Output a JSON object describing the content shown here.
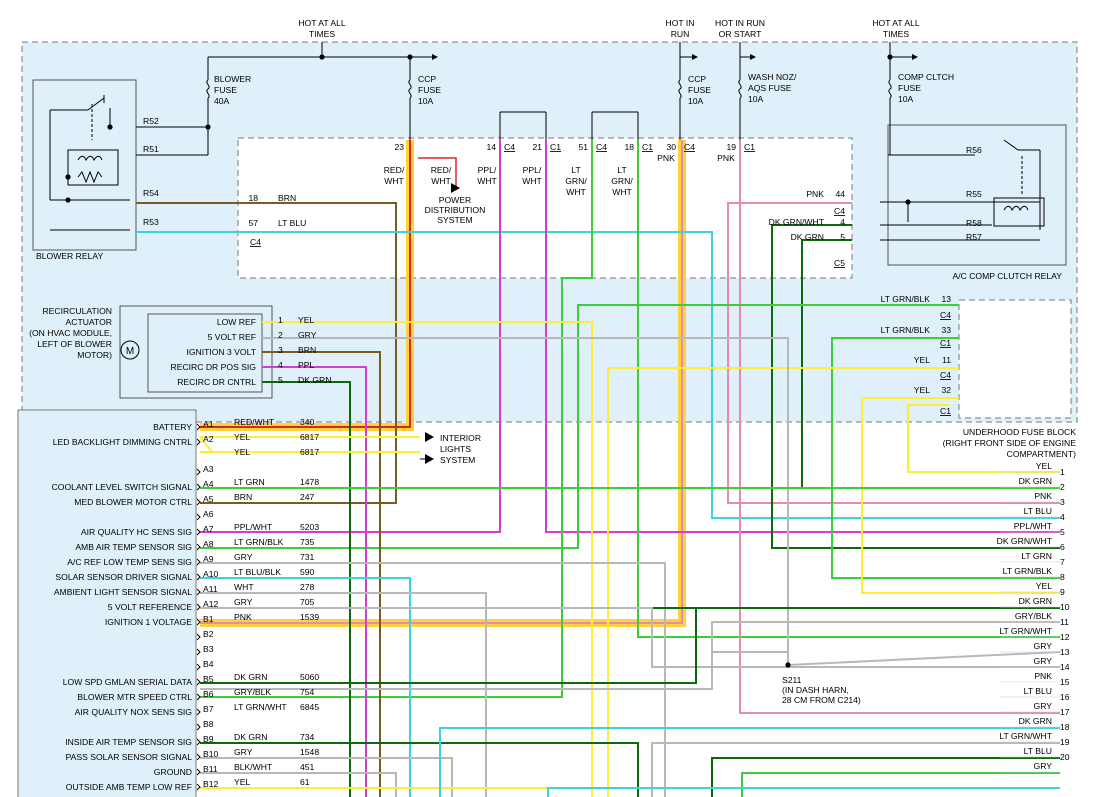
{
  "top_labels": [
    {
      "id": "hot-all-left",
      "lines": [
        "HOT AT ALL",
        "TIMES"
      ]
    },
    {
      "id": "hot-run",
      "lines": [
        "HOT IN",
        "RUN"
      ]
    },
    {
      "id": "hot-run-start",
      "lines": [
        "HOT IN RUN",
        "OR START"
      ]
    },
    {
      "id": "hot-all-right",
      "lines": [
        "HOT AT ALL",
        "TIMES"
      ]
    }
  ],
  "fuses": [
    {
      "id": "blower",
      "lines": [
        "BLOWER",
        "FUSE",
        "40A"
      ]
    },
    {
      "id": "ccp1",
      "lines": [
        "CCP",
        "FUSE",
        "10A"
      ]
    },
    {
      "id": "ccp2",
      "lines": [
        "CCP",
        "FUSE",
        "10A"
      ]
    },
    {
      "id": "washnoz",
      "lines": [
        "WASH NOZ/",
        "AQS FUSE",
        "10A"
      ]
    },
    {
      "id": "compcltch",
      "lines": [
        "COMP CLTCH",
        "FUSE",
        "10A"
      ]
    }
  ],
  "blower_relay": {
    "title": "BLOWER RELAY",
    "pins": [
      "R52",
      "R51",
      "R54",
      "R53"
    ]
  },
  "ac_relay": {
    "title": "A/C COMP CLUTCH RELAY",
    "pins": [
      "R56",
      "R55",
      "R58",
      "R57"
    ]
  },
  "fuse_block_top_pins": [
    {
      "id": "p23",
      "num": "23",
      "conn": ""
    },
    {
      "id": "p14",
      "num": "14",
      "conn": "C4"
    },
    {
      "id": "p21",
      "num": "21",
      "conn": "C1"
    },
    {
      "id": "p51",
      "num": "51",
      "conn": "C4"
    },
    {
      "id": "p18",
      "num": "18",
      "conn": "C1"
    },
    {
      "id": "p30",
      "num": "30",
      "conn": "C4"
    },
    {
      "id": "p19",
      "num": "19",
      "conn": "C1"
    }
  ],
  "fuse_block_top_wires": [
    {
      "id": "w-redwht-1",
      "lines": [
        "RED/",
        "WHT"
      ]
    },
    {
      "id": "w-redwht-2",
      "lines": [
        "RED/",
        "WHT"
      ]
    },
    {
      "id": "w-pplwht-1",
      "lines": [
        "PPL/",
        "WHT"
      ]
    },
    {
      "id": "w-pplwht-2",
      "lines": [
        "PPL/",
        "WHT"
      ]
    },
    {
      "id": "w-ltgrnwht-1",
      "lines": [
        "LT",
        "GRN/",
        "WHT"
      ]
    },
    {
      "id": "w-ltgrnwht-2",
      "lines": [
        "LT",
        "GRN/",
        "WHT"
      ]
    },
    {
      "id": "w-pnk-1",
      "lines": [
        "PNK"
      ]
    },
    {
      "id": "w-pnk-2",
      "lines": [
        "PNK"
      ]
    }
  ],
  "power_dist": [
    "POWER",
    "DISTRIBUTION",
    "SYSTEM"
  ],
  "blower_wires": [
    {
      "num": "18",
      "color": "BRN",
      "conn": ""
    },
    {
      "num": "57",
      "color": "LT BLU",
      "conn": "C4"
    }
  ],
  "relay_side_wires": [
    {
      "color": "PNK",
      "num": "44",
      "conn": "C4"
    },
    {
      "color": "DK GRN/WHT",
      "num": "4",
      "conn": ""
    },
    {
      "color": "DK GRN",
      "num": "5",
      "conn": "C5"
    }
  ],
  "ufb_side_wires": [
    {
      "color": "LT GRN/BLK",
      "num": "13",
      "conn": "C4"
    },
    {
      "color": "LT GRN/BLK",
      "num": "33",
      "conn": "C1"
    },
    {
      "color": "YEL",
      "num": "11",
      "conn": "C4"
    },
    {
      "color": "YEL",
      "num": "32",
      "conn": ""
    },
    {
      "color": "YEL",
      "num": "",
      "conn": "C1"
    }
  ],
  "ufb_title": [
    "UNDERHOOD FUSE BLOCK",
    "(RIGHT FRONT SIDE OF ENGINE",
    "COMPARTMENT)"
  ],
  "recirc": {
    "title": [
      "RECIRCULATION",
      "ACTUATOR",
      "(ON HVAC MODULE,",
      "LEFT OF BLOWER",
      "MOTOR)"
    ],
    "motor_symbol": "M",
    "pins": [
      {
        "label": "LOW REF",
        "num": "1",
        "color": "YEL"
      },
      {
        "label": "5 VOLT REF",
        "num": "2",
        "color": "GRY"
      },
      {
        "label": "IGNITION 3 VOLT",
        "num": "3",
        "color": "BRN"
      },
      {
        "label": "RECIRC DR POS SIG",
        "num": "4",
        "color": "PPL"
      },
      {
        "label": "RECIRC DR CNTRL",
        "num": "5",
        "color": "DK GRN"
      }
    ]
  },
  "interior_lights": [
    "INTERIOR",
    "LIGHTS",
    "SYSTEM"
  ],
  "module_rows": [
    {
      "label": "BATTERY",
      "pin": "A1",
      "color": "RED/WHT",
      "circuit": "340"
    },
    {
      "label": "LED BACKLIGHT DIMMING CNTRL",
      "pin": "A2",
      "color": "YEL",
      "circuit": "6817"
    },
    {
      "label": "",
      "pin": "",
      "color": "YEL",
      "circuit": "6817"
    },
    {
      "label": "",
      "pin": "A3",
      "color": "",
      "circuit": ""
    },
    {
      "label": "COOLANT LEVEL SWITCH SIGNAL",
      "pin": "A4",
      "color": "LT GRN",
      "circuit": "1478"
    },
    {
      "label": "MED BLOWER MOTOR CTRL",
      "pin": "A5",
      "color": "BRN",
      "circuit": "247"
    },
    {
      "label": "",
      "pin": "A6",
      "color": "",
      "circuit": ""
    },
    {
      "label": "AIR QUALITY HC SENS SIG",
      "pin": "A7",
      "color": "PPL/WHT",
      "circuit": "5203"
    },
    {
      "label": "AMB AIR TEMP SENSOR SIG",
      "pin": "A8",
      "color": "LT GRN/BLK",
      "circuit": "735"
    },
    {
      "label": "A/C REF LOW TEMP SENS SIG",
      "pin": "A9",
      "color": "GRY",
      "circuit": "731"
    },
    {
      "label": "SOLAR SENSOR DRIVER SIGNAL",
      "pin": "A10",
      "color": "LT BLU/BLK",
      "circuit": "590"
    },
    {
      "label": "AMBIENT LIGHT SENSOR SIGNAL",
      "pin": "A11",
      "color": "WHT",
      "circuit": "278"
    },
    {
      "label": "5 VOLT REFERENCE",
      "pin": "A12",
      "color": "GRY",
      "circuit": "705"
    },
    {
      "label": "IGNITION 1 VOLTAGE",
      "pin": "B1",
      "color": "PNK",
      "circuit": "1539"
    },
    {
      "label": "",
      "pin": "B2",
      "color": "",
      "circuit": ""
    },
    {
      "label": "",
      "pin": "B3",
      "color": "",
      "circuit": ""
    },
    {
      "label": "",
      "pin": "B4",
      "color": "",
      "circuit": ""
    },
    {
      "label": "LOW SPD GMLAN SERIAL DATA",
      "pin": "B5",
      "color": "DK GRN",
      "circuit": "5060"
    },
    {
      "label": "BLOWER MTR SPEED CTRL",
      "pin": "B6",
      "color": "GRY/BLK",
      "circuit": "754"
    },
    {
      "label": "AIR QUALITY NOX SENS SIG",
      "pin": "B7",
      "color": "LT GRN/WHT",
      "circuit": "6845"
    },
    {
      "label": "",
      "pin": "B8",
      "color": "",
      "circuit": ""
    },
    {
      "label": "INSIDE AIR TEMP SENSOR SIG",
      "pin": "B9",
      "color": "DK GRN",
      "circuit": "734"
    },
    {
      "label": "PASS SOLAR SENSOR SIGNAL",
      "pin": "B10",
      "color": "GRY",
      "circuit": "1548"
    },
    {
      "label": "GROUND",
      "pin": "B11",
      "color": "BLK/WHT",
      "circuit": "451"
    },
    {
      "label": "OUTSIDE AMB TEMP LOW REF",
      "pin": "B12",
      "color": "YEL",
      "circuit": "61"
    }
  ],
  "splice": [
    "S211",
    "(IN DASH HARN,",
    "28 CM FROM C214)"
  ],
  "right_legend": [
    {
      "color": "YEL",
      "num": "1"
    },
    {
      "color": "DK GRN",
      "num": "2"
    },
    {
      "color": "PNK",
      "num": "3"
    },
    {
      "color": "LT BLU",
      "num": "4"
    },
    {
      "color": "PPL/WHT",
      "num": "5"
    },
    {
      "color": "DK GRN/WHT",
      "num": "6"
    },
    {
      "color": "LT GRN",
      "num": "7"
    },
    {
      "color": "LT GRN/BLK",
      "num": "8"
    },
    {
      "color": "YEL",
      "num": "9"
    },
    {
      "color": "DK GRN",
      "num": "10"
    },
    {
      "color": "GRY/BLK",
      "num": "11"
    },
    {
      "color": "LT GRN/WHT",
      "num": "12"
    },
    {
      "color": "GRY",
      "num": "13"
    },
    {
      "color": "GRY",
      "num": "14"
    },
    {
      "color": "PNK",
      "num": "15"
    },
    {
      "color": "LT BLU",
      "num": "16"
    },
    {
      "color": "GRY",
      "num": "17"
    },
    {
      "color": "DK GRN",
      "num": "18"
    },
    {
      "color": "LT GRN/WHT",
      "num": "19"
    },
    {
      "color": "LT BLU",
      "num": "20"
    },
    {
      "color": "GRY",
      "num": ""
    }
  ],
  "wire_colors": {
    "red": "#d9262b",
    "yel": "#ffee33",
    "brn": "#7a5a1f",
    "ppl": "#d23dd2",
    "pnk": "#e58ab0",
    "ltgrn": "#3ccc3c",
    "dkgrn": "#0a6a0a",
    "ltblu": "#3bd3e0",
    "gry": "#b8b8b8",
    "highlight": "#ffd23a",
    "panel": "#dff0fa"
  }
}
